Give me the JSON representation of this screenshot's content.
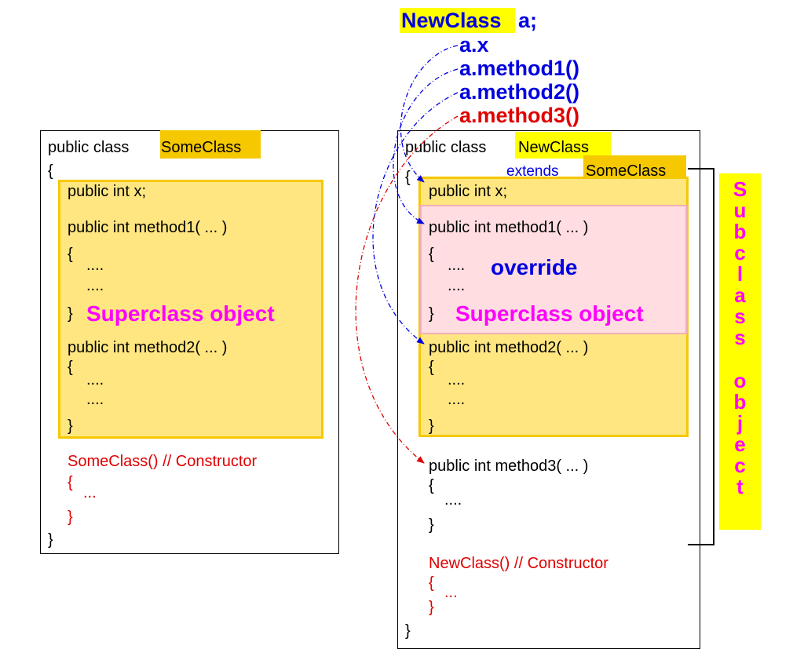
{
  "left_class": {
    "header_prefix": "public class ",
    "class_name": "SomeClass",
    "open_brace": "{",
    "field": "public  int x;",
    "method1": "public int method1( ... )",
    "method1_open": "{",
    "method1_body1": "....",
    "method1_body2": "....",
    "method1_close": "}",
    "superclass_label": "Superclass object",
    "method2": "public int method2( ... )",
    "method2_open": "{",
    "method2_body1": "....",
    "method2_body2": "....",
    "method2_close": "}",
    "constructor": "SomeClass() // Constructor",
    "constructor_open": "{",
    "constructor_body": "...",
    "constructor_close": "}",
    "close_brace": "}"
  },
  "right_class": {
    "header_prefix": "public class ",
    "class_name": "NewClass",
    "extends_word": "extends",
    "extends_name": "SomeClass",
    "open_brace": "{",
    "field": "public  int x;",
    "method1": "public int method1( ... )",
    "method1_open": "{",
    "method1_body1": "....",
    "method1_body2": "....",
    "method1_close": "}",
    "override_label": "override",
    "superclass_label": "Superclass object",
    "method2": "public int method2( ... )",
    "method2_open": "{",
    "method2_body1": "....",
    "method2_body2": "....",
    "method2_close": "}",
    "method3": "public int method3( ... )",
    "method3_open": "{",
    "method3_body": "....",
    "method3_close": "}",
    "constructor": "NewClass() // Constructor",
    "constructor_open": "{",
    "constructor_body": "...",
    "constructor_close": "}",
    "close_brace": "}"
  },
  "references": {
    "declaration_class": "NewClass",
    "declaration_var": "a;",
    "ref_x": "a.x",
    "ref_method1": "a.method1()",
    "ref_method2": "a.method2()",
    "ref_method3": "a.method3()"
  },
  "subclass_label": [
    "S",
    "u",
    "b",
    "c",
    "l",
    "a",
    "s",
    "s",
    "o",
    "b",
    "j",
    "e",
    "c",
    "t"
  ],
  "colors": {
    "gold_highlight": "#f5c800",
    "superclass_fill": "#ffe680",
    "override_fill": "#ffdde0",
    "reference_blue": "#0000e0",
    "reference_red": "#e00000",
    "magenta": "#ff00ff",
    "yellow": "#ffff00"
  }
}
